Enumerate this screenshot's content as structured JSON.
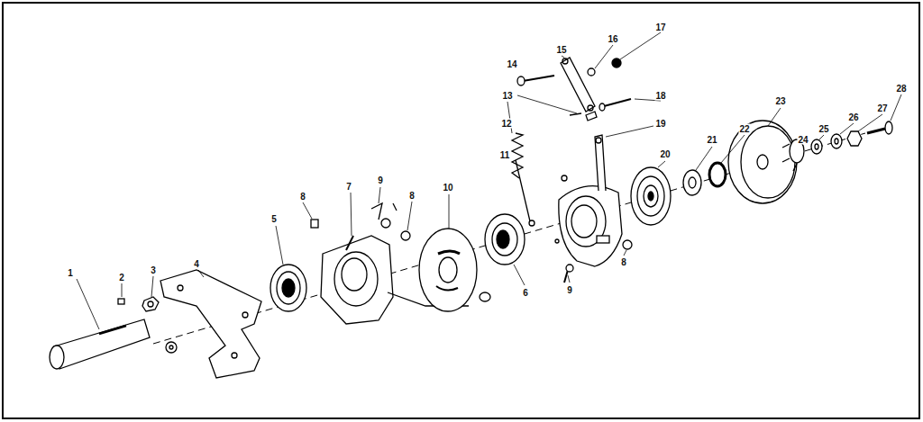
{
  "diagram": {
    "labels": [
      "1",
      "2",
      "3",
      "4",
      "5",
      "6",
      "7",
      "8",
      "8",
      "8",
      "9",
      "9",
      "10",
      "11",
      "12",
      "13",
      "14",
      "15",
      "16",
      "17",
      "18",
      "19",
      "20",
      "21",
      "22",
      "23",
      "24",
      "25",
      "26",
      "27",
      "28"
    ]
  }
}
